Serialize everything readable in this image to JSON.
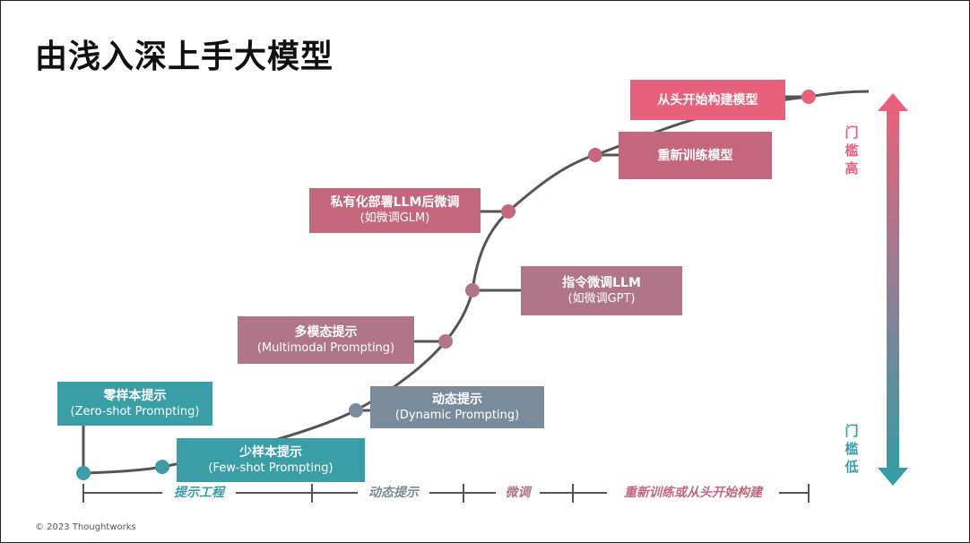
{
  "title": "由浅入深上手大模型",
  "boxes": {
    "zero_shot": {
      "title": "零样本提示",
      "sub": "(Zero-shot Prompting)"
    },
    "few_shot": {
      "title": "少样本提示",
      "sub": "(Few-shot Prompting)"
    },
    "dynamic": {
      "title": "动态提示",
      "sub": "(Dynamic Prompting)"
    },
    "multimodal": {
      "title": "多模态提示",
      "sub": "(Multimodal Prompting)"
    },
    "instruct": {
      "title": "指令微调LLM",
      "sub": "(如微调GPT)"
    },
    "private": {
      "title": "私有化部署LLM后微调",
      "sub": "(如微调GLM)"
    },
    "retrain": {
      "title": "重新训练模型"
    },
    "scratch": {
      "title": "从头开始构建模型"
    }
  },
  "phases": [
    "提示工程",
    "动态提示",
    "微调",
    "重新训练或从头开始构建"
  ],
  "threshold": {
    "high": "门槛高",
    "low": "门槛低"
  },
  "colors": {
    "teal": "#3a9ea6",
    "slate": "#7a8c9c",
    "mauve": "#b07588",
    "rose": "#c4677e",
    "pink": "#e8617a"
  },
  "copyright": "© 2023 Thoughtworks"
}
